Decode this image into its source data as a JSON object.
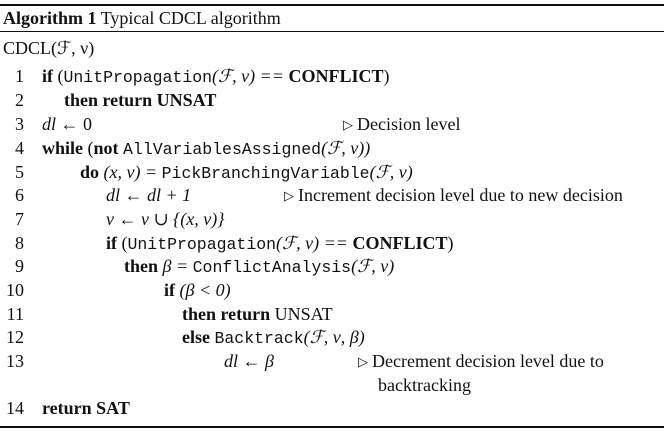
{
  "caption": {
    "label": "Algorithm 1",
    "title": "Typical CDCL algorithm"
  },
  "header": "CDCL(ℱ, ν)",
  "comment_symbol": "▷",
  "lines": [
    {
      "num": "1",
      "segments": [
        {
          "text": "if",
          "style": "kw"
        },
        {
          "text": " (",
          "style": ""
        },
        {
          "text": "UnitPropagation",
          "style": "tt"
        },
        {
          "text": "(ℱ, ν) == ",
          "style": "it"
        },
        {
          "text": "CONFLICT",
          "style": "kw"
        },
        {
          "text": ")",
          "style": ""
        }
      ]
    },
    {
      "num": "2",
      "segments": [
        {
          "text": "then return UNSAT",
          "style": "kw"
        }
      ]
    },
    {
      "num": "3",
      "segments": [
        {
          "text": "dl",
          "style": "it"
        },
        {
          "text": " ← 0",
          "style": ""
        }
      ],
      "comment": "Decision level"
    },
    {
      "num": "4",
      "segments": [
        {
          "text": "while",
          "style": "kw"
        },
        {
          "text": " (",
          "style": ""
        },
        {
          "text": "not",
          "style": "kw"
        },
        {
          "text": " ",
          "style": ""
        },
        {
          "text": "AllVariablesAssigned",
          "style": "tt"
        },
        {
          "text": "(ℱ, ν))",
          "style": "it"
        }
      ]
    },
    {
      "num": "5",
      "segments": [
        {
          "text": "do",
          "style": "kw"
        },
        {
          "text": " (x, ν) = ",
          "style": "it"
        },
        {
          "text": "PickBranchingVariable",
          "style": "tt"
        },
        {
          "text": "(ℱ, ν)",
          "style": "it"
        }
      ]
    },
    {
      "num": "6",
      "segments": [
        {
          "text": "dl ← dl + 1",
          "style": "it"
        }
      ],
      "comment": "Increment decision level due to new decision"
    },
    {
      "num": "7",
      "segments": [
        {
          "text": "ν ← ν ∪ {(x, ν)}",
          "style": "it"
        }
      ]
    },
    {
      "num": "8",
      "segments": [
        {
          "text": "if",
          "style": "kw"
        },
        {
          "text": " (",
          "style": ""
        },
        {
          "text": "UnitPropagation",
          "style": "tt"
        },
        {
          "text": "(ℱ, ν) == ",
          "style": "it"
        },
        {
          "text": "CONFLICT",
          "style": "kw"
        },
        {
          "text": ")",
          "style": ""
        }
      ]
    },
    {
      "num": "9",
      "segments": [
        {
          "text": "then",
          "style": "kw"
        },
        {
          "text": " β = ",
          "style": "it"
        },
        {
          "text": "ConflictAnalysis",
          "style": "tt"
        },
        {
          "text": "(ℱ, ν)",
          "style": "it"
        }
      ]
    },
    {
      "num": "10",
      "segments": [
        {
          "text": "if",
          "style": "kw"
        },
        {
          "text": " (β < 0)",
          "style": "it"
        }
      ]
    },
    {
      "num": "11",
      "segments": [
        {
          "text": "then return",
          "style": "kw"
        },
        {
          "text": " UNSAT",
          "style": ""
        }
      ]
    },
    {
      "num": "12",
      "segments": [
        {
          "text": "else",
          "style": "kw"
        },
        {
          "text": "  ",
          "style": ""
        },
        {
          "text": "Backtrack",
          "style": "tt"
        },
        {
          "text": "(ℱ, ν, β)",
          "style": "it"
        }
      ]
    },
    {
      "num": "13",
      "segments": [
        {
          "text": "dl ← β",
          "style": "it"
        }
      ],
      "comment": "Decrement decision level due to",
      "comment_cont": "backtracking"
    },
    {
      "num": "14",
      "segments": [
        {
          "text": "return SAT",
          "style": "kw"
        }
      ]
    }
  ]
}
